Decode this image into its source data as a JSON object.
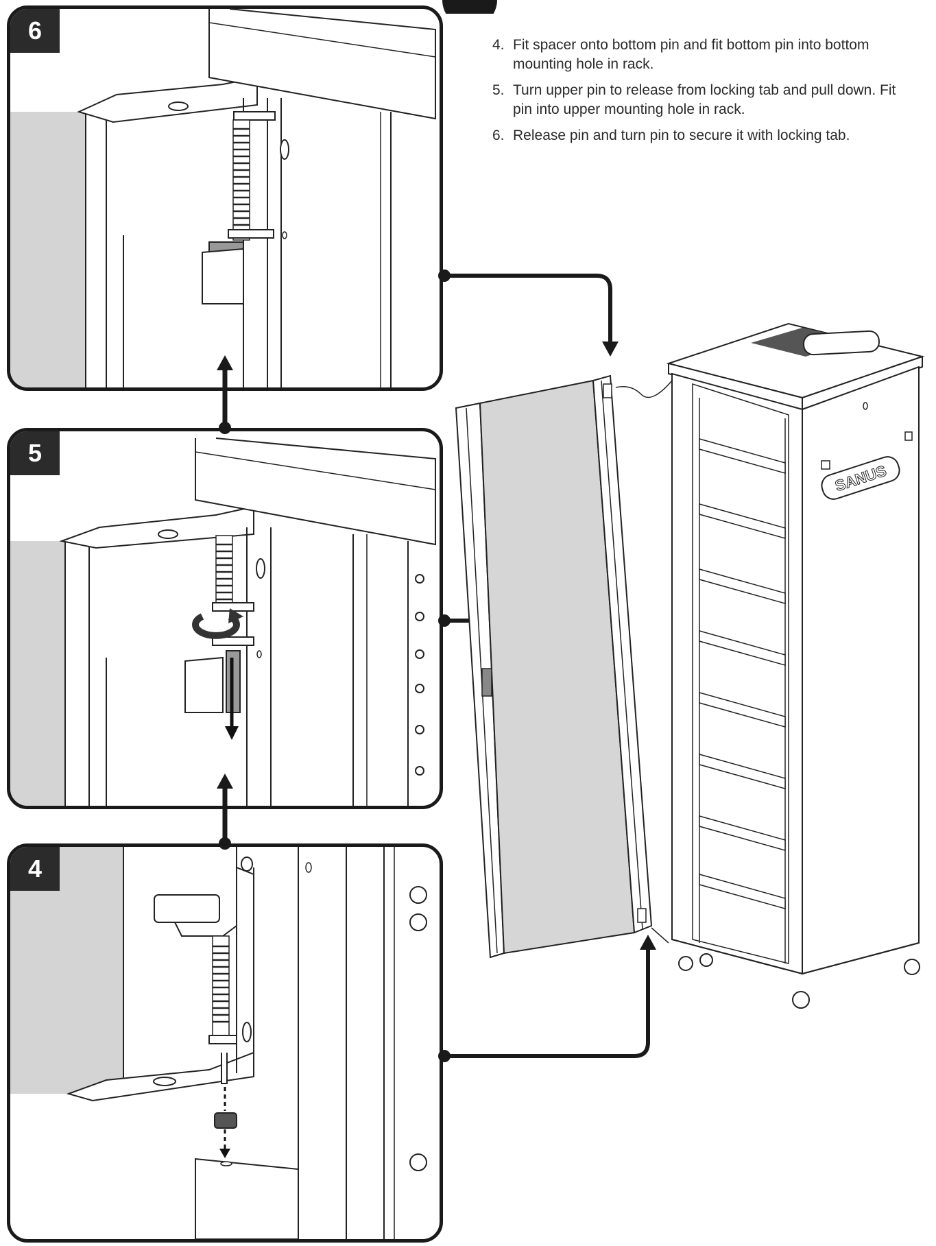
{
  "instructions": [
    {
      "number": "4.",
      "text": "Fit spacer onto bottom pin and fit bottom pin into bottom mounting hole in rack."
    },
    {
      "number": "5.",
      "text": "Turn upper pin to release from locking tab and pull down. Fit pin into upper mounting hole in rack."
    },
    {
      "number": "6.",
      "text": "Release pin and turn pin to secure it with locking tab."
    }
  ],
  "panels": {
    "top": {
      "step": "6"
    },
    "middle": {
      "step": "5"
    },
    "bottom": {
      "step": "4"
    }
  },
  "brand": {
    "label": "SANUS"
  }
}
